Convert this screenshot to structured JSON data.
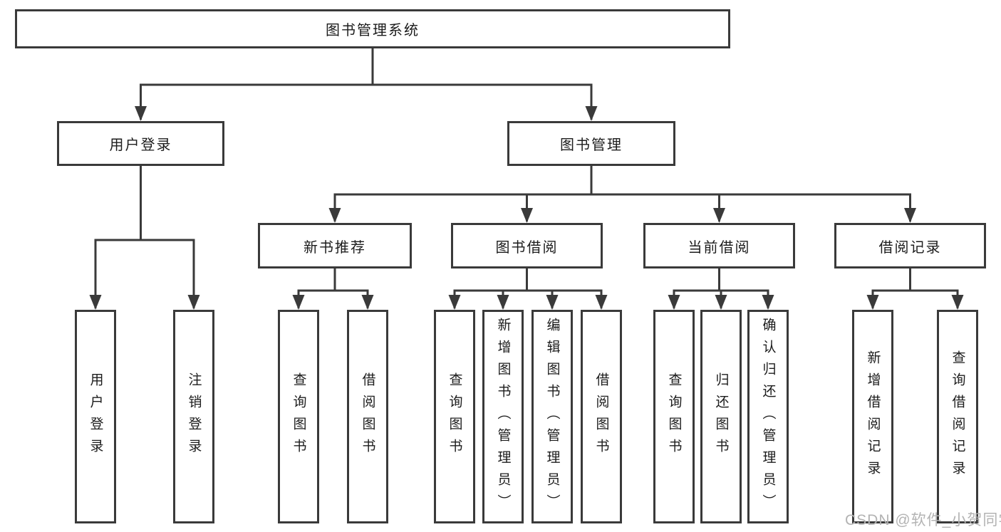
{
  "diagram": {
    "root": {
      "label": "图书管理系统"
    },
    "branches": [
      {
        "label": "用户登录",
        "children": [
          {
            "label": "用户登录"
          },
          {
            "label": "注销登录"
          }
        ]
      },
      {
        "label": "图书管理",
        "children": [
          {
            "label": "新书推荐",
            "children": [
              {
                "label": "查询图书"
              },
              {
                "label": "借阅图书"
              }
            ]
          },
          {
            "label": "图书借阅",
            "children": [
              {
                "label": "查询图书"
              },
              {
                "label": "新增图书（管理员）"
              },
              {
                "label": "编辑图书（管理员）"
              },
              {
                "label": "借阅图书"
              }
            ]
          },
          {
            "label": "当前借阅",
            "children": [
              {
                "label": "查询图书"
              },
              {
                "label": "归还图书"
              },
              {
                "label": "确认归还（管理员）"
              }
            ]
          },
          {
            "label": "借阅记录",
            "children": [
              {
                "label": "新增借阅记录"
              },
              {
                "label": "查询借阅记录"
              }
            ]
          }
        ]
      }
    ]
  },
  "watermark": {
    "text": "CSDN @软件_小贺同学"
  },
  "colors": {
    "line": "#3a3a3a",
    "text": "#1c1c1c",
    "background": "#ffffff",
    "watermark": "#b3b3b3"
  }
}
